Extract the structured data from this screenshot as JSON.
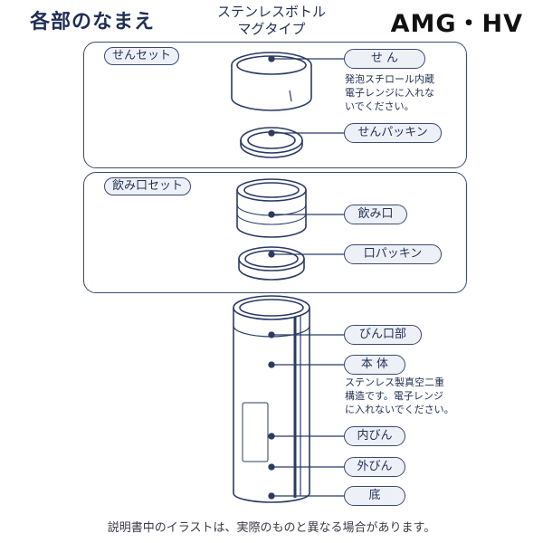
{
  "header": {
    "title": "各部のなまえ",
    "subtitle_line1": "ステンレスボトル",
    "subtitle_line2": "マグタイプ",
    "model": "AMG・HV"
  },
  "groups": {
    "cap_set": "せんセット",
    "mouth_set": "飲み口セット"
  },
  "labels": {
    "cap": "せ ん",
    "cap_packing": "せんパッキン",
    "mouthpiece": "飲み口",
    "mouth_packing": "口パッキン",
    "bottle_mouth": "びん口部",
    "body": "本 体",
    "inner_bottle": "内びん",
    "outer_bottle": "外びん",
    "bottom": "底"
  },
  "notes": {
    "cap_note_1": "発泡スチロール内蔵",
    "cap_note_2": "電子レンジに入れな",
    "cap_note_3": "いでください。",
    "body_note_1": "ステンレス製真空二重",
    "body_note_2": "構造です。電子レンジ",
    "body_note_3": "に入れないでください。"
  },
  "footer": "説明書中のイラストは、実際のものと異なる場合があります。"
}
